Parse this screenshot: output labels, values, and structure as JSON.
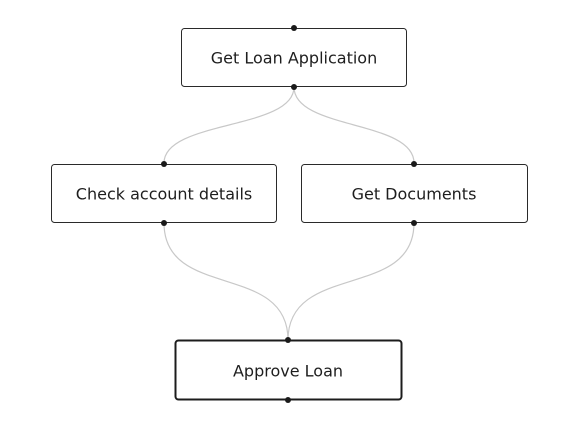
{
  "diagram": {
    "nodes": [
      {
        "id": "get-loan-application",
        "label": "Get Loan Application",
        "selected": false
      },
      {
        "id": "check-account-details",
        "label": "Check account details",
        "selected": false
      },
      {
        "id": "get-documents",
        "label": "Get Documents",
        "selected": false
      },
      {
        "id": "approve-loan",
        "label": "Approve Loan",
        "selected": true
      }
    ],
    "edges": [
      {
        "from": "get-loan-application",
        "to": "check-account-details"
      },
      {
        "from": "get-loan-application",
        "to": "get-documents"
      },
      {
        "from": "check-account-details",
        "to": "approve-loan"
      },
      {
        "from": "get-documents",
        "to": "approve-loan"
      }
    ],
    "colors": {
      "node_border": "#2a2a2a",
      "edge": "#c8c8c8",
      "handle": "#1a1a1a",
      "background": "#ffffff"
    }
  }
}
